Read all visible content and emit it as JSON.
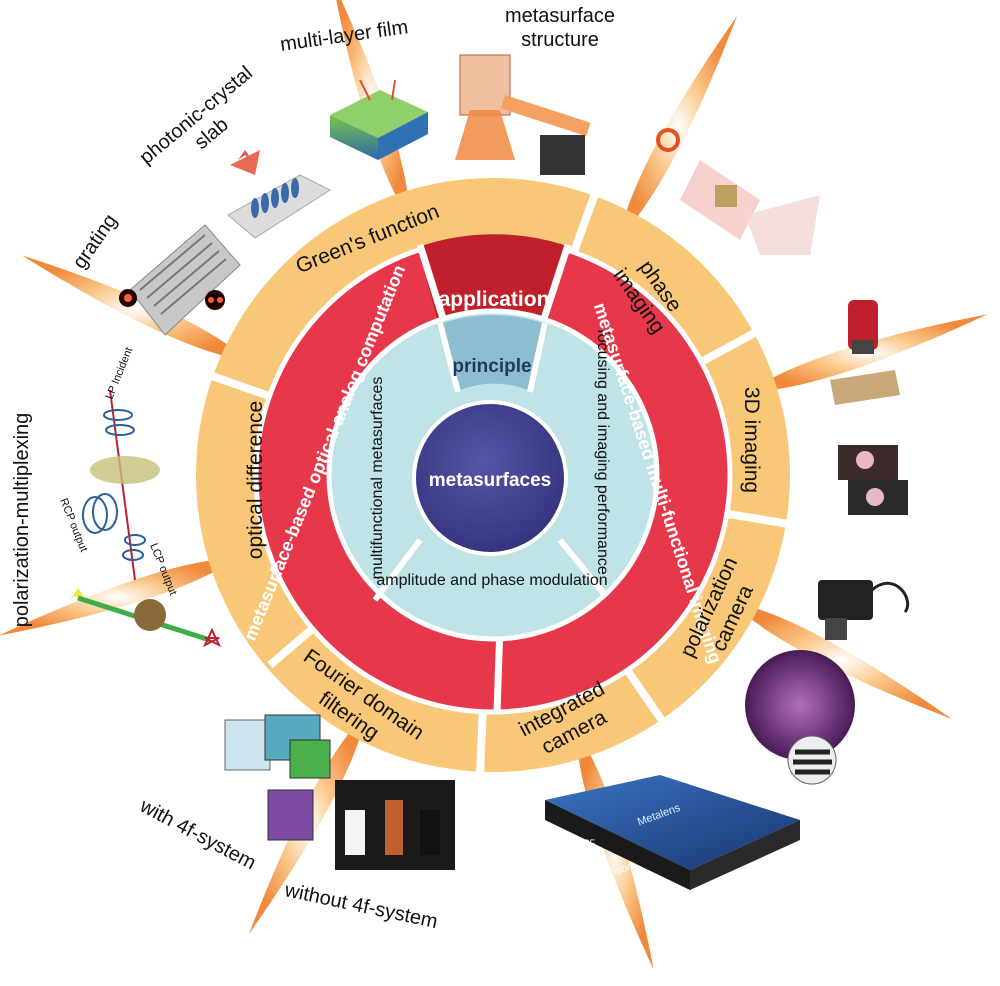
{
  "center": {
    "label": "metasurfaces"
  },
  "principle": {
    "tab_label": "principle",
    "items": [
      "multifunctional metasurfaces",
      "focusing and imaging performance",
      "amplitude and phase modulation"
    ]
  },
  "application": {
    "tab_label": "application",
    "left_arc": "metasurface-based optical analog computation",
    "right_arc": "metasurface-based multi-functional imaging"
  },
  "outer_segments": {
    "greens_function": "Green's function",
    "optical_difference": "optical difference",
    "fourier_filtering_line1": "Fourier domain",
    "fourier_filtering_line2": "filtering",
    "phase_imaging_line1": "phase",
    "phase_imaging_line2": "imaging",
    "imaging_3d": "3D imaging",
    "polarization_camera_line1": "polarization",
    "polarization_camera_line2": "camera",
    "integrated_camera_line1": "integrated",
    "integrated_camera_line2": "camera"
  },
  "examples": {
    "grating": "grating",
    "photonic_slab_line1": "photonic-crystal",
    "photonic_slab_line2": "slab",
    "multilayer": "multi-layer film",
    "metasurface_structure_line1": "metasurface",
    "metasurface_structure_line2": "structure",
    "polarization_multiplexing": "polarization-multiplexing",
    "with_4f": "with 4f-system",
    "without_4f": "without 4f-system"
  },
  "figure_labels": {
    "lp_incident": "LP Incident",
    "rcp_output": "RCP output",
    "lcp_output": "LCP output",
    "metalens": "Metalens",
    "image_sensor": "Image sensor",
    "cpf": "CPF",
    "oca": "OCA"
  },
  "colors": {
    "outer_ring": "#f8c878",
    "mid_ring": "#e6384a",
    "app_tab": "#c0202c",
    "inner_ring": "#bfe3e6",
    "principle_tab": "#8ebdd0",
    "center": "#3f3f8f",
    "spike": "#f39a4a"
  }
}
